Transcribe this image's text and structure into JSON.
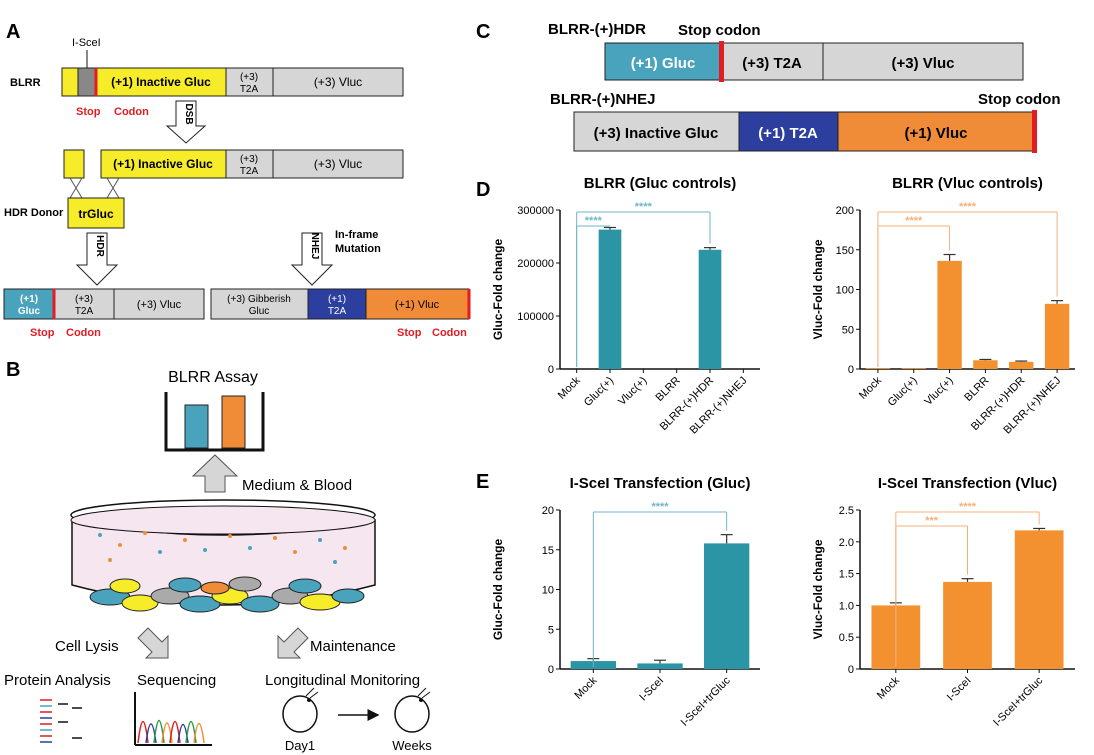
{
  "colors": {
    "yellow": "#f7ec2a",
    "gray": "#d6d6d6",
    "teal": "#4aa3bd",
    "navy": "#2c3e9e",
    "orange": "#f08c37",
    "red": "#e31b23",
    "dteal": "#2b95a6",
    "dorange": "#f39130"
  },
  "panelA": {
    "letter": "A",
    "iscel": "I-SceI",
    "blrr": "BLRR",
    "stop": "Stop",
    "codon": "Codon",
    "inactive_gluc": "(+1) Inactive Gluc",
    "t2a": [
      "(+3)",
      "T2A"
    ],
    "vluc3": "(+3) Vluc",
    "dsb": "DSB",
    "hdr_donor": "HDR Donor",
    "trgluc": "trGluc",
    "hdr": "HDR",
    "nhej": "NHEJ",
    "inframe": [
      "In-frame",
      "Mutation"
    ],
    "res_gluc": [
      "(+1)",
      "Gluc"
    ],
    "res_t2a": [
      "(+3)",
      "T2A"
    ],
    "res_vluc": "(+3)  Vluc",
    "gib": [
      "(+3) Gibberish",
      "Gluc"
    ],
    "t2a1": [
      "(+1)",
      "T2A"
    ],
    "vluc1": "(+1) Vluc"
  },
  "panelB": {
    "letter": "B",
    "assay": "BLRR Assay",
    "medium": "Medium & Blood",
    "lysis": "Cell Lysis",
    "maintenance": "Maintenance",
    "protein": "Protein Analysis",
    "seq": "Sequencing",
    "longit": "Longitudinal Monitoring",
    "day1": "Day1",
    "weeks": "Weeks"
  },
  "panelC": {
    "letter": "C",
    "hdr_title": "BLRR-(+)HDR",
    "stop1": "Stop codon",
    "gluc1": "(+1) Gluc",
    "t2a3": "(+3) T2A",
    "vluc3": "(+3) Vluc",
    "nhej_title": "BLRR-(+)NHEJ",
    "stop2": "Stop codon",
    "inactive3": "(+3) Inactive Gluc",
    "t2a1": "(+1) T2A",
    "vluc1": "(+1) Vluc"
  },
  "panelD": {
    "letter": "D"
  },
  "panelE": {
    "letter": "E"
  },
  "chart_data": [
    {
      "type": "bar",
      "title": "BLRR (Gluc controls)",
      "ylabel": "Gluc-Fold change",
      "categories": [
        "Mock",
        "Gluc(+)",
        "Vluc(+)",
        "BLRR",
        "BLRR-(+)HDR",
        "BLRR-(+)NHEJ"
      ],
      "values": [
        0,
        263000,
        0,
        0,
        225000,
        0
      ],
      "errors": [
        0,
        4000,
        0,
        0,
        4000,
        0
      ],
      "ylim": [
        0,
        300000
      ],
      "yticks": [
        "0",
        "100000",
        "200000",
        "300000"
      ],
      "color": "#2b95a6",
      "sig": [
        {
          "from": 0,
          "to": 1,
          "label": "****"
        },
        {
          "from": 0,
          "to": 4,
          "label": "****"
        }
      ]
    },
    {
      "type": "bar",
      "title": "BLRR (Vluc controls)",
      "ylabel": "Vluc-Fold change",
      "categories": [
        "Mock",
        "Gluc(+)",
        "Vluc(+)",
        "BLRR",
        "BLRR-(+)HDR",
        "BLRR-(+)NHEJ"
      ],
      "values": [
        1,
        1,
        136,
        11,
        9,
        82
      ],
      "errors": [
        0,
        0,
        8,
        1,
        1,
        4
      ],
      "ylim": [
        0,
        200
      ],
      "yticks": [
        "0",
        "50",
        "100",
        "150",
        "200"
      ],
      "color": "#f39130",
      "sig": [
        {
          "from": 0,
          "to": 2,
          "label": "****"
        },
        {
          "from": 0,
          "to": 5,
          "label": "****"
        }
      ]
    },
    {
      "type": "bar",
      "title": "I-SceI Transfection (Gluc)",
      "ylabel": "Gluc-Fold change",
      "categories": [
        "Mock",
        "I-SceI",
        "I-SceI+trGluc"
      ],
      "values": [
        1,
        0.7,
        15.8
      ],
      "errors": [
        0.3,
        0.4,
        1.1
      ],
      "ylim": [
        0,
        20
      ],
      "yticks": [
        "0",
        "5",
        "10",
        "15",
        "20"
      ],
      "color": "#2b95a6",
      "sig": [
        {
          "from": 0,
          "to": 2,
          "label": "****"
        }
      ]
    },
    {
      "type": "bar",
      "title": "I-SceI Transfection (Vluc)",
      "ylabel": "Vluc-Fold change",
      "categories": [
        "Mock",
        "I-SceI",
        "I-SceI+trGluc"
      ],
      "values": [
        1.0,
        1.37,
        2.18
      ],
      "errors": [
        0.04,
        0.05,
        0.03
      ],
      "ylim": [
        0,
        2.5
      ],
      "yticks": [
        "0",
        "0.5",
        "1.0",
        "1.5",
        "2.0",
        "2.5"
      ],
      "color": "#f39130",
      "sig": [
        {
          "from": 0,
          "to": 1,
          "label": "***"
        },
        {
          "from": 0,
          "to": 2,
          "label": "****"
        }
      ]
    }
  ]
}
